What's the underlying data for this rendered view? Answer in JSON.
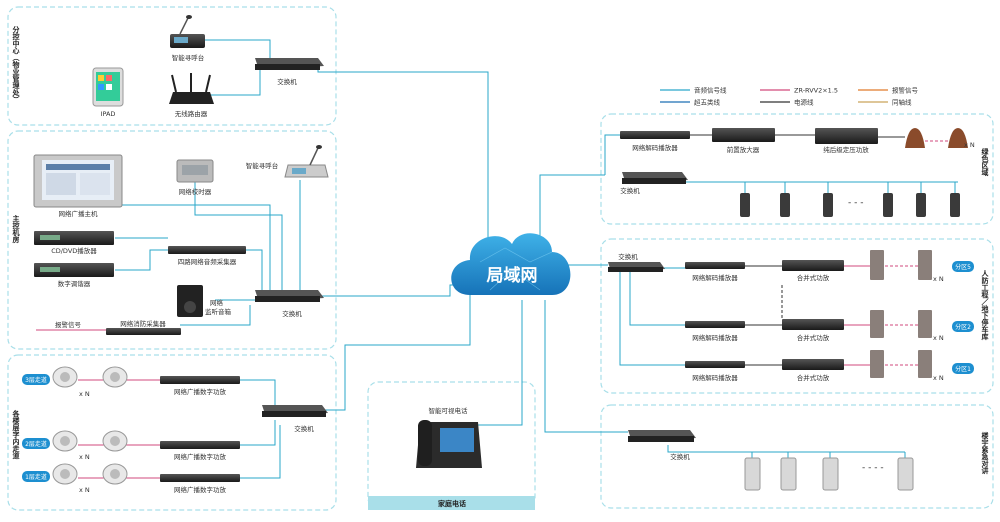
{
  "cloud": {
    "label": "局域网"
  },
  "colors": {
    "audio": "#2aa7c9",
    "cat5": "#1c6fb5",
    "zr": "#d24a7c",
    "power": "#333333",
    "alarm": "#e07b2a",
    "coax": "#c9a35a",
    "region_border": "#a9dfe9",
    "cloud": "#1d8fd0"
  },
  "regions": {
    "branch": {
      "title": "分控中心（物业管理处）"
    },
    "main": {
      "title": "主控机房"
    },
    "floors": {
      "title": "各楼层字内走道"
    },
    "green": {
      "title": "绿色区域"
    },
    "parking": {
      "title": "人防工程／地下停车库"
    },
    "intercom": {
      "title": "楼宇紧急对讲"
    },
    "home": {
      "title": "家庭电话"
    }
  },
  "legend": [
    {
      "label": "音频信号线",
      "color": "#2aa7c9"
    },
    {
      "label": "ZR-RVV2×1.5",
      "color": "#d24a7c"
    },
    {
      "label": "报警信号",
      "color": "#e07b2a"
    },
    {
      "label": "超五类线",
      "color": "#1c6fb5"
    },
    {
      "label": "电源线",
      "color": "#333333"
    },
    {
      "label": "同轴线",
      "color": "#c9a35a"
    }
  ],
  "labels": {
    "smart_console_top": "智能寻呼台",
    "switch_top": "交换机",
    "ipad": "IPAD",
    "router": "无线路由器",
    "broadcast_host": "网络广播主机",
    "timer": "网络校时器",
    "smart_console_main": "智能寻呼台",
    "cd_player": "CD/DVD播放器",
    "four_way": "四路网络音频采集器",
    "tuner": "数字调谐器",
    "monitor_speaker": "网络\n监听音箱",
    "switch_main": "交换机",
    "alarm_signal": "报警信号",
    "fire_collector": "网络消防采集器",
    "amp_floor": "网络广播数字功放",
    "switch_floor": "交换机",
    "floor_3": "3层走道",
    "floor_2": "2层走道",
    "floor_1": "1层走道",
    "xn": "x N",
    "video_phone": "智能可视电话",
    "decoder": "网络解码播放器",
    "preamp": "前置放大器",
    "pure_amp": "纯后级定压功放",
    "switch_green": "交换机",
    "switch_park": "交换机",
    "combo_amp": "合并式功放",
    "zone_5": "分区5",
    "zone_2": "分区2",
    "zone_1": "分区1",
    "switch_intercom": "交换机"
  }
}
